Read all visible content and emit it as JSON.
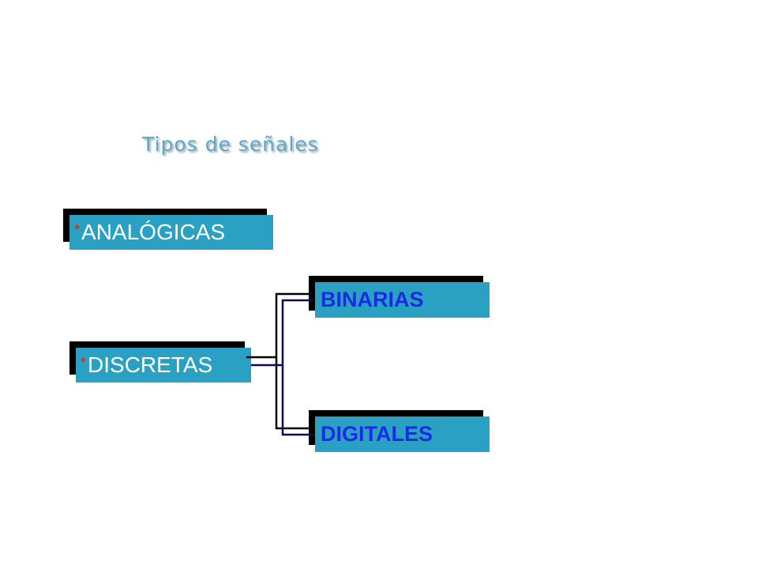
{
  "title": "Tipos de señales",
  "colors": {
    "title": "#5aa9cf",
    "box_fill": "#2aa1c3",
    "bullet": "#e03a0a",
    "bold_label": "#1a2be8",
    "connector": "#0a0a5a"
  },
  "nodes": {
    "analogicas": {
      "bullet": "•",
      "label": "ANALÓGICAS"
    },
    "discretas": {
      "bullet": "•",
      "label": "DISCRETAS"
    },
    "binarias": {
      "label": "BINARIAS"
    },
    "digitales": {
      "label": "DIGITALES"
    }
  }
}
